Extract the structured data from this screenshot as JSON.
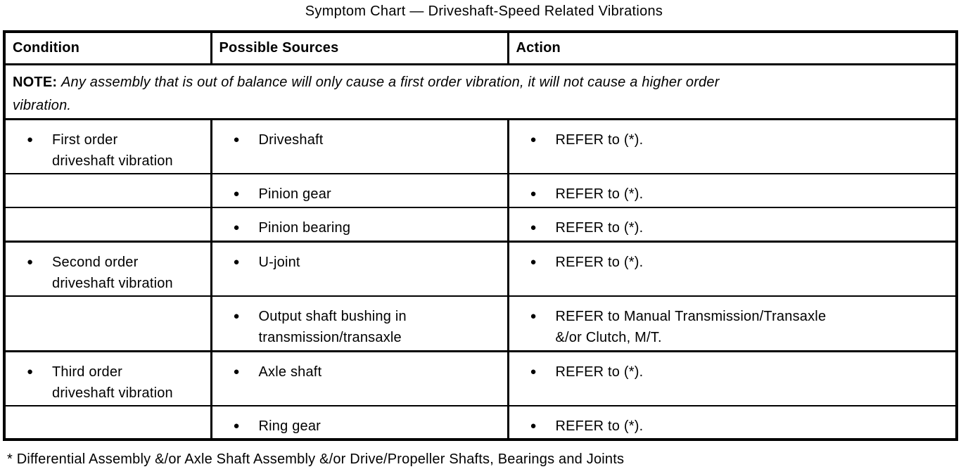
{
  "title": "Symptom Chart — Driveshaft-Speed Related Vibrations",
  "icons": {
    "bullet": "●"
  },
  "colors": {
    "text": "#000000",
    "background": "#ffffff",
    "border": "#000000"
  },
  "table": {
    "headers": {
      "condition": "Condition",
      "sources": "Possible Sources",
      "action": "Action"
    },
    "note": {
      "label": "NOTE:",
      "text": "Any assembly that is out of balance will only cause a first order vibration, it will not cause a higher order\nvibration."
    },
    "rows": [
      {
        "condition": "First order\ndriveshaft vibration",
        "source": "Driveshaft",
        "action": "REFER to (*)."
      },
      {
        "condition": "",
        "source": "Pinion gear",
        "action": "REFER to (*)."
      },
      {
        "condition": "",
        "source": "Pinion bearing",
        "action": "REFER to (*)."
      },
      {
        "condition": "Second order\ndriveshaft vibration",
        "source": "U-joint",
        "action": "REFER to (*)."
      },
      {
        "condition": "",
        "source": "Output shaft bushing in\ntransmission/transaxle",
        "action": "REFER to Manual Transmission/Transaxle\n&/or Clutch, M/T."
      },
      {
        "condition": "Third order\ndriveshaft vibration",
        "source": "Axle shaft",
        "action": "REFER to (*)."
      },
      {
        "condition": "",
        "source": "Ring gear",
        "action": "REFER to (*)."
      }
    ]
  },
  "footnote": "* Differential Assembly &/or Axle Shaft Assembly &/or Drive/Propeller Shafts, Bearings and Joints"
}
